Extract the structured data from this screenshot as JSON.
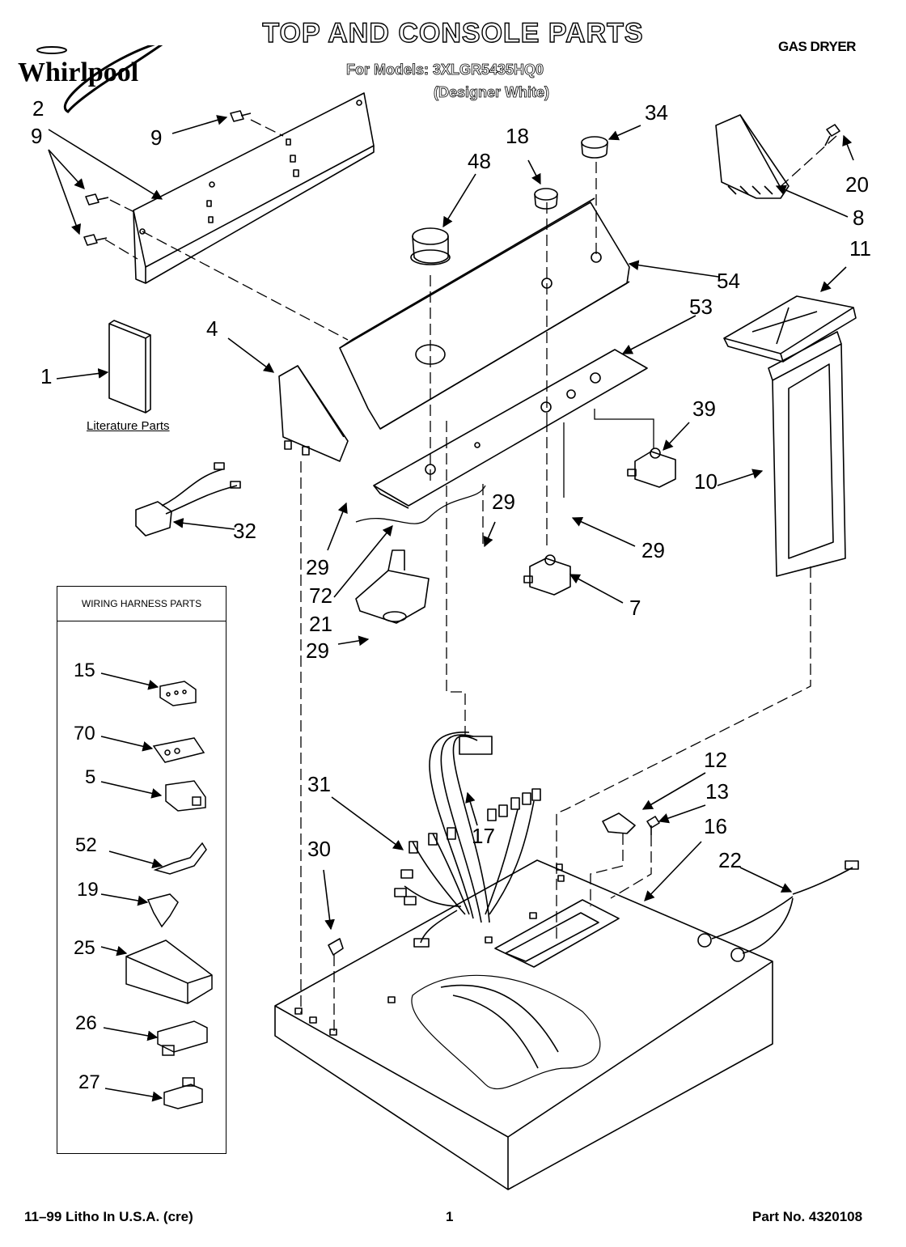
{
  "brand": "Whirlpool",
  "header": {
    "title": "TOP AND CONSOLE PARTS",
    "models": "For Models: 3XLGR5435HQ0",
    "variant": "(Designer White)",
    "product_type": "GAS DRYER"
  },
  "literature_caption": "Literature Parts",
  "wiring_harness": {
    "title": "WIRING HARNESS PARTS",
    "items": [
      "15",
      "70",
      "5",
      "52",
      "19",
      "25",
      "26",
      "27"
    ]
  },
  "callouts": {
    "c2": "2",
    "c9a": "9",
    "c9b": "9",
    "c18": "18",
    "c34": "34",
    "c48": "48",
    "c20": "20",
    "c8": "8",
    "c54": "54",
    "c11": "11",
    "c53": "53",
    "c4": "4",
    "c1": "1",
    "c39": "39",
    "c10": "10",
    "c32": "32",
    "c29a": "29",
    "c29b": "29",
    "c29c": "29",
    "c29d": "29",
    "c72": "72",
    "c21": "21",
    "c7": "7",
    "c12": "12",
    "c13": "13",
    "c16": "16",
    "c31": "31",
    "c30": "30",
    "c22": "22",
    "c17": "17"
  },
  "footer": {
    "left": "11–99 Litho In U.S.A. (cre)",
    "page": "1",
    "part_no": "Part No. 4320108"
  },
  "colors": {
    "ink": "#000000",
    "paper": "#ffffff"
  }
}
